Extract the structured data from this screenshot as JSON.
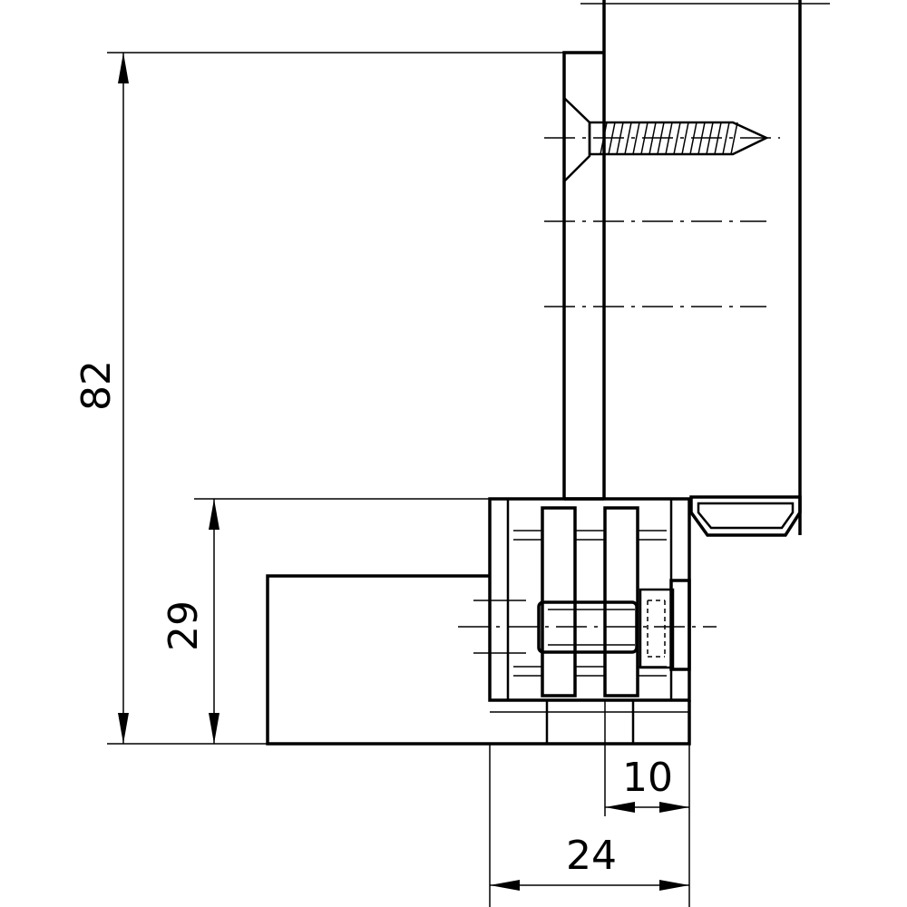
{
  "drawing": {
    "dimensions": {
      "height_total": "82",
      "height_base": "29",
      "offset": "10",
      "width": "24"
    }
  }
}
